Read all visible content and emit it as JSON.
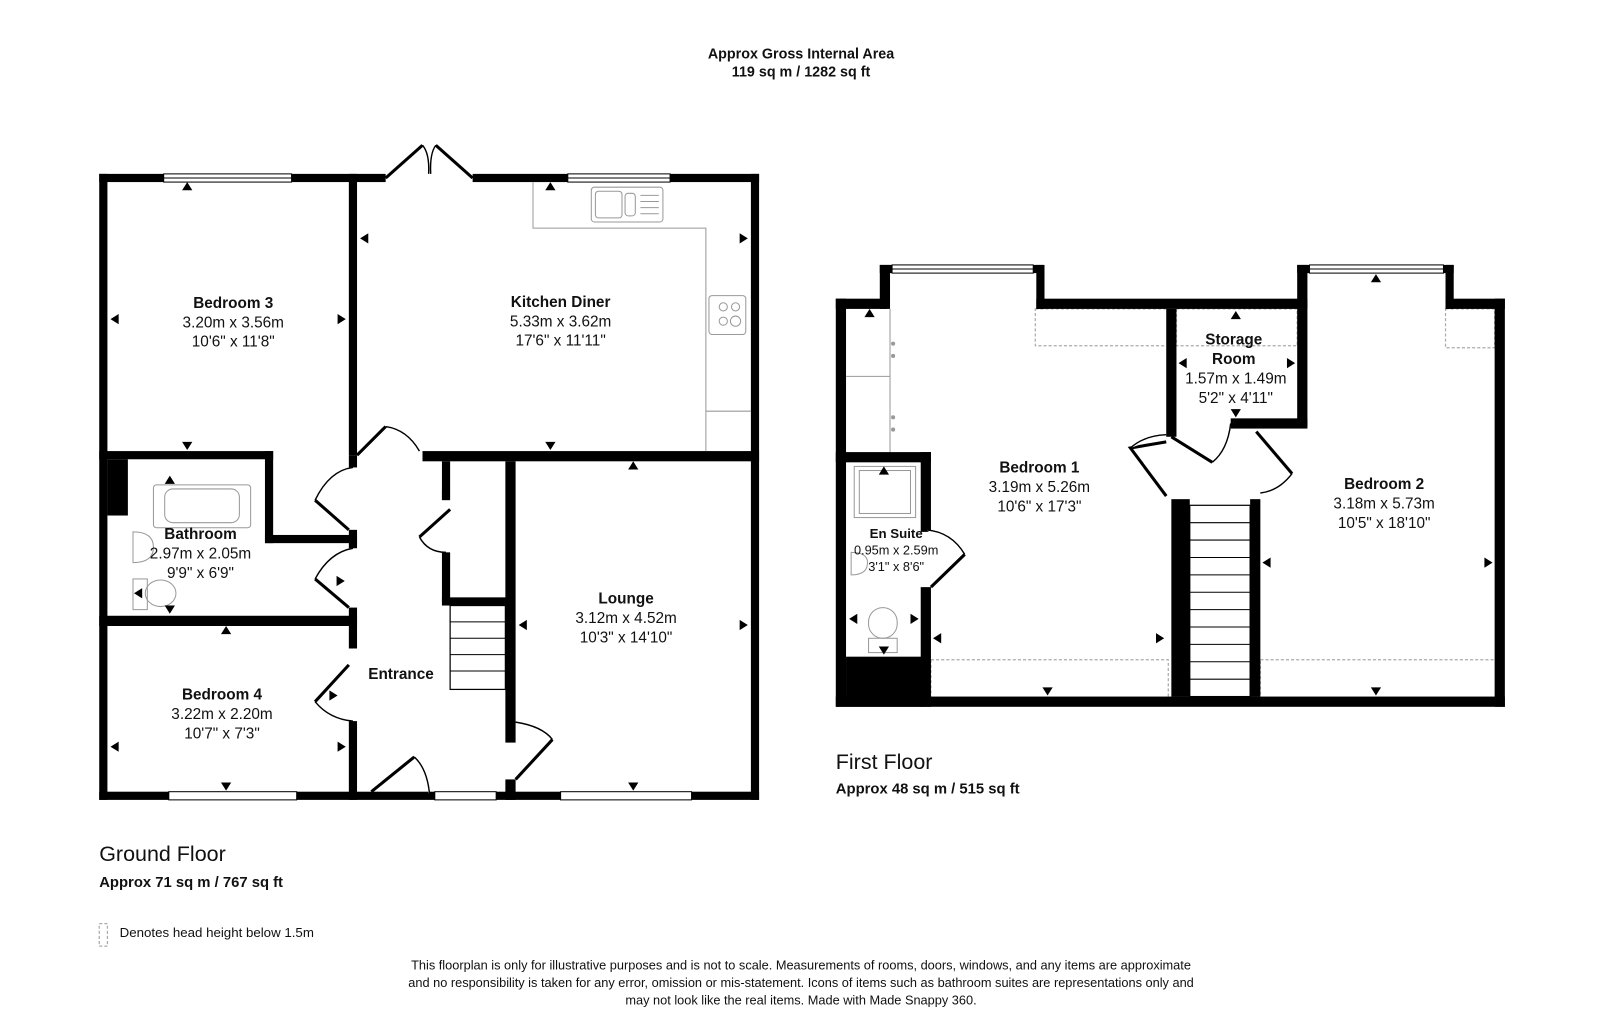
{
  "header": {
    "title": "Approx Gross Internal Area",
    "area": "119 sq m / 1282 sq ft"
  },
  "ground_floor": {
    "label": "Ground Floor",
    "area": "Approx 71 sq m / 767 sq ft",
    "rooms": {
      "bedroom3": {
        "name": "Bedroom 3",
        "metric": "3.20m x 3.56m",
        "imperial": "10'6\" x 11'8\""
      },
      "kitchen": {
        "name": "Kitchen Diner",
        "metric": "5.33m x 3.62m",
        "imperial": "17'6\" x 11'11\""
      },
      "bathroom": {
        "name": "Bathroom",
        "metric": "2.97m x 2.05m",
        "imperial": "9'9\" x 6'9\""
      },
      "entrance": {
        "name": "Entrance"
      },
      "lounge": {
        "name": "Lounge",
        "metric": "3.12m x 4.52m",
        "imperial": "10'3\" x 14'10\""
      },
      "bedroom4": {
        "name": "Bedroom 4",
        "metric": "3.22m x 2.20m",
        "imperial": "10'7\" x 7'3\""
      }
    }
  },
  "first_floor": {
    "label": "First Floor",
    "area": "Approx 48 sq m / 515 sq ft",
    "rooms": {
      "bedroom1": {
        "name": "Bedroom 1",
        "metric": "3.19m x 5.26m",
        "imperial": "10'6\" x 17'3\""
      },
      "ensuite": {
        "name": "En Suite",
        "metric": "0.95m x 2.59m",
        "imperial": "3'1\" x 8'6\""
      },
      "storage": {
        "name_line1": "Storage",
        "name_line2": "Room",
        "metric": "1.57m x 1.49m",
        "imperial": "5'2\" x 4'11\""
      },
      "bedroom2": {
        "name": "Bedroom 2",
        "metric": "3.18m x 5.73m",
        "imperial": "10'5\" x 18'10\""
      }
    }
  },
  "legend": {
    "icon": "dashed-rectangle-icon",
    "text": "Denotes head height below 1.5m"
  },
  "disclaimer": {
    "line1": "This floorplan is only for illustrative purposes and is not to scale. Measurements of rooms, doors, windows, and any items are approximate",
    "line2": "and no responsibility is taken for any error, omission or mis-statement. Icons of items such as bathroom suites are representations only and",
    "line3": "may not look like the real items. Made with Made Snappy 360."
  }
}
